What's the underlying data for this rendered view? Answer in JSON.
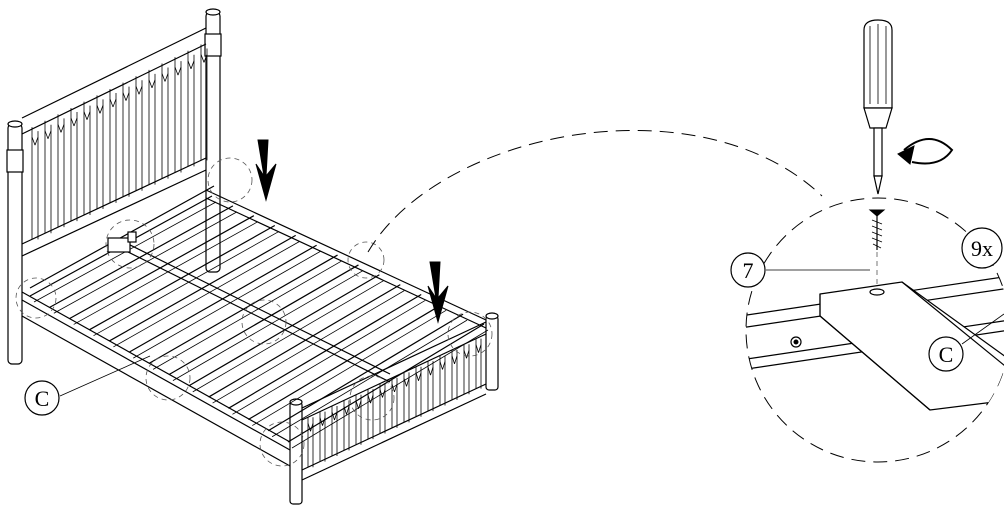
{
  "labels": {
    "part_c_main": "C",
    "part_c_detail": "C",
    "screw_part": "7",
    "quantity": "9x"
  },
  "icons": {
    "screwdriver": "screwdriver-icon",
    "rotate": "clockwise-rotation-arrow-icon",
    "down_arrow": "down-arrow-icon"
  },
  "colors": {
    "ink": "#000000",
    "paper": "#ffffff"
  }
}
